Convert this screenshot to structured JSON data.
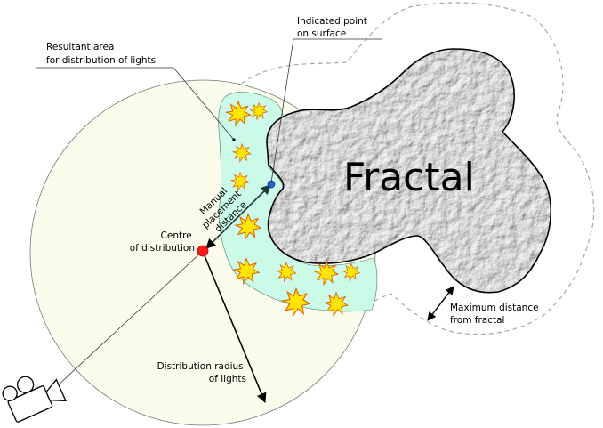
{
  "labels": {
    "fractal": "Fractal",
    "indicated_point": [
      "Indicated point",
      "on surface"
    ],
    "resultant_area": [
      "Resultant area",
      "for distribution of lights"
    ],
    "manual_placement": [
      "Manual",
      "placement",
      "distance"
    ],
    "centre": [
      "Centre",
      "of distribution"
    ],
    "max_distance": [
      "Maximum distance",
      "from fractal"
    ],
    "distribution_radius": [
      "Distribution radius",
      "of lights"
    ]
  },
  "colors": {
    "distribution_area": "#fbfcec",
    "resultant_area": "#cbfbe8",
    "fractal_fill": "#8a8a8a",
    "light_fill": "#ffe600",
    "light_stroke": "#e05a00",
    "centre_point": "#ff1a1a",
    "surface_point": "#2a5fd8",
    "arrow_dark": "#1a3a3a",
    "boundary_dashed": "#a8a8a8"
  },
  "icons": {
    "camera": "camera-icon",
    "light": "light-burst-icon"
  }
}
